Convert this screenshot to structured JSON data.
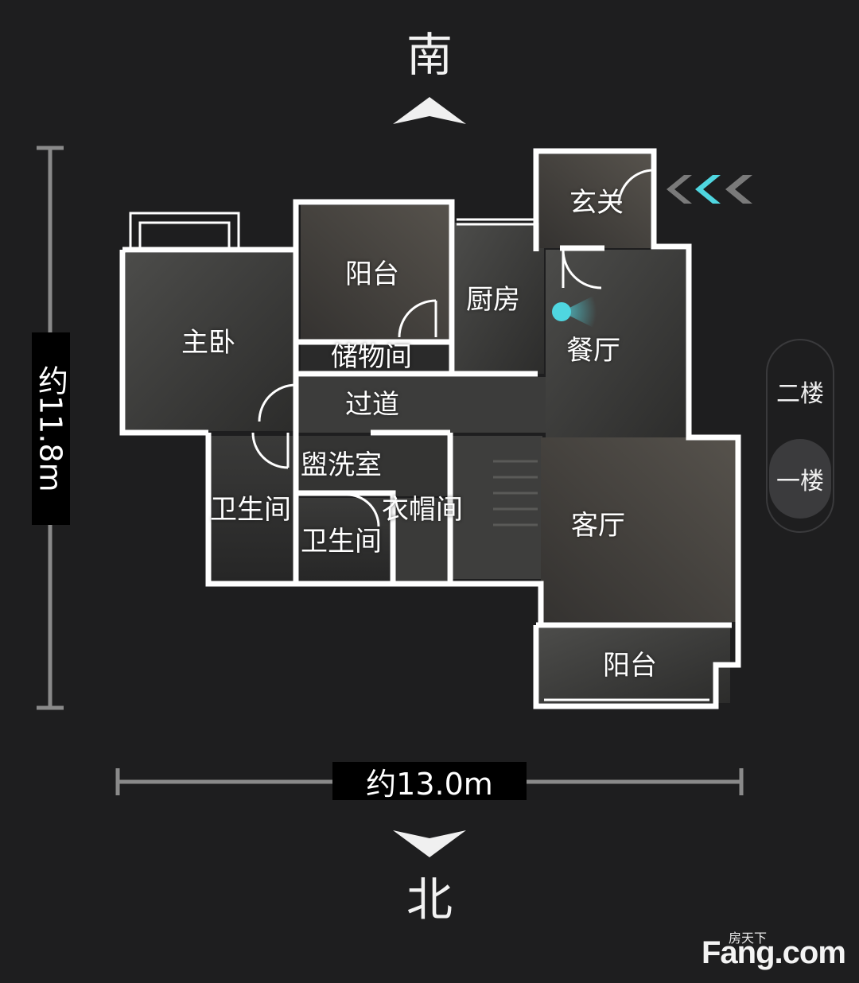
{
  "compass": {
    "south": "南",
    "north": "北"
  },
  "dimensions": {
    "height": "约11.8m",
    "width": "约13.0m"
  },
  "rooms": {
    "master_bedroom": "主卧",
    "balcony_top": "阳台",
    "storage": "储物间",
    "kitchen": "厨房",
    "entrance": "玄关",
    "dining": "餐厅",
    "corridor": "过道",
    "washroom": "盥洗室",
    "bathroom_left": "卫生间",
    "bathroom_mid": "卫生间",
    "cloakroom": "衣帽间",
    "living": "客厅",
    "balcony_bottom": "阳台"
  },
  "floors": [
    {
      "label": "二楼",
      "active": false
    },
    {
      "label": "一楼",
      "active": true
    }
  ],
  "logo": {
    "small": "房天下",
    "big": "Fang.com"
  },
  "colors": {
    "background": "#1e1e1f",
    "accent": "#4fd6e0",
    "wall": "#ffffff"
  },
  "icons": {
    "entry": "entry-chevrons-icon",
    "viewpoint": "viewpoint-marker-icon"
  }
}
